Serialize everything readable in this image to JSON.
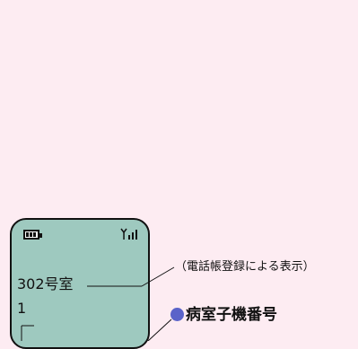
{
  "phone": {
    "display_name": "302号室",
    "line_number": "1"
  },
  "annotations": {
    "display_note": "（電話帳登録による表示）",
    "room_label": "病室子機番号"
  },
  "icons": {
    "battery": "battery-icon",
    "signal": "signal-icon",
    "bullet": "bullet-circle"
  },
  "colors": {
    "background": "#fdecf2",
    "screen": "#9ec9bf",
    "bullet": "#5a63c9"
  }
}
